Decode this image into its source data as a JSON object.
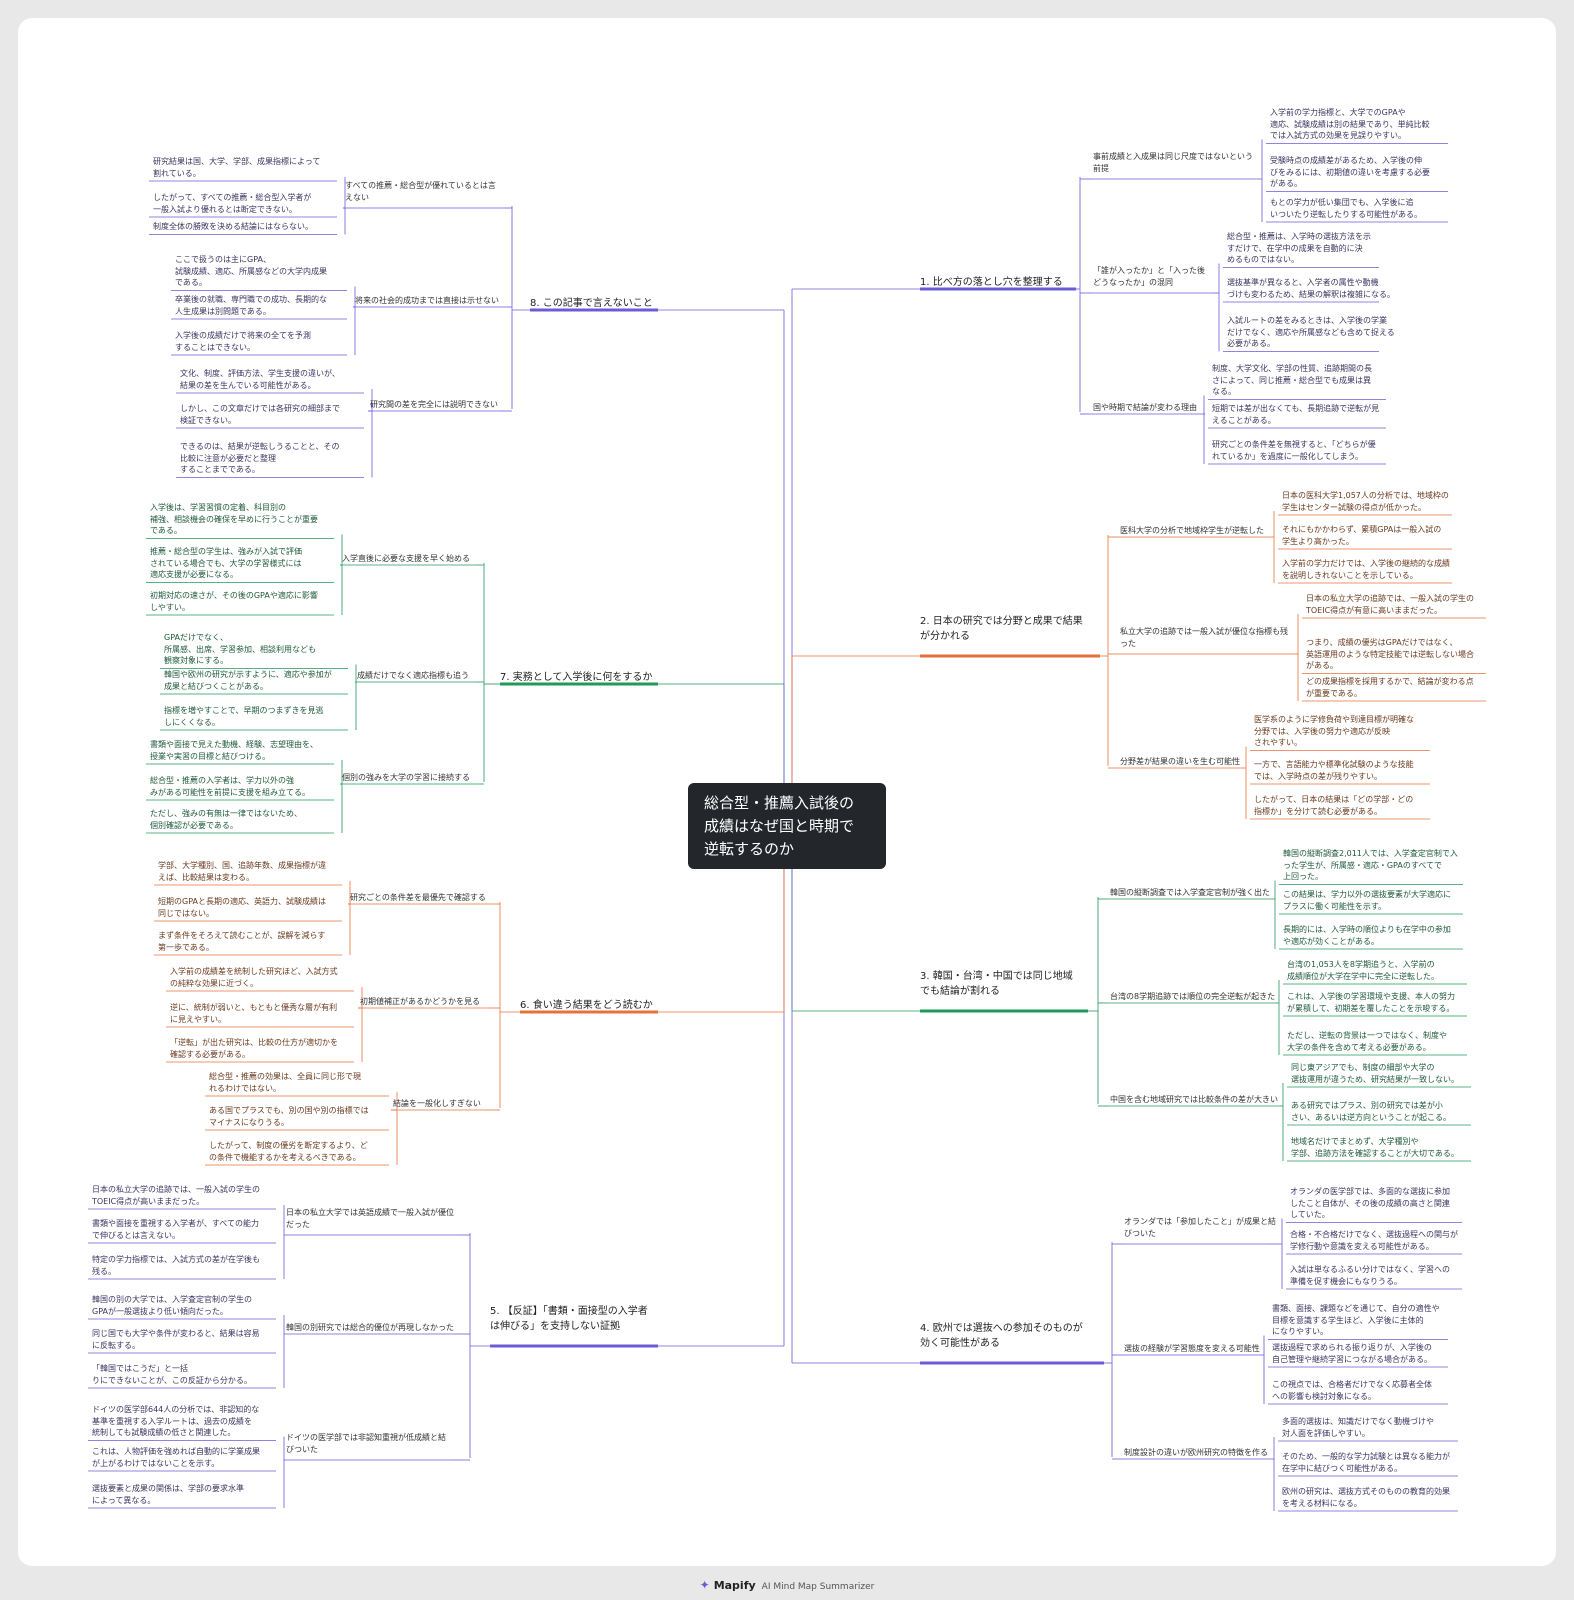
{
  "central": "総合型・推薦入試後の\n成績はなぜ国と時期で\n逆転するのか",
  "footer": {
    "brand": "Mapify",
    "tagline": "AI Mind Map Summarizer"
  },
  "colors": {
    "purple": "#6b5bd8",
    "orange": "#e8703a",
    "green": "#1f9a5a"
  },
  "branches": [
    {
      "label": "1. 比べ方の落とし穴を整理する",
      "color": "#6b5bd8",
      "children": [
        {
          "label": "事前成績と入成果は同じ尺度ではないという\n前提",
          "leaves": [
            "入学前の学力指標と、大学でのGPAや\n適応、試験成績は別の結果であり、単純比較\nでは入試方式の効果を見誤りやすい。",
            "受験時点の成績差があるため、入学後の伸\nびをみるには、初期値の違いを考慮する必要\nがある。",
            "もとの学力が低い集団でも、入学後に追\nいついたり逆転したりする可能性がある。"
          ]
        },
        {
          "label": "「誰が入ったか」と「入った後\nどうなったか」の混同",
          "leaves": [
            "総合型・推薦は、入学時の選抜方法を示\nすだけで、在学中の成果を自動的に決\nめるものではない。",
            "選抜基準が異なると、入学者の属性や動機\nづけも変わるため、結果の解釈は複雑になる。",
            "入試ルートの差をみるときは、入学後の学業\nだけでなく、適応や所属感なども含めて捉える\n必要がある。"
          ]
        },
        {
          "label": "国や時期で結論が変わる理由",
          "leaves": [
            "制度、大学文化、学部の性質、追跡期間の長\nさによって、同じ推薦・総合型でも成果は異\nなる。",
            "短期では差が出なくても、長期追跡で逆転が見\nえることがある。",
            "研究ごとの条件差を無視すると、「どちらが優\nれているか」を過度に一般化してしまう。"
          ]
        }
      ]
    },
    {
      "label": "2. 日本の研究では分野と成果で結果\nが分かれる",
      "color": "#e8703a",
      "children": [
        {
          "label": "医科大学の分析で地域枠学生が逆転した",
          "leaves": [
            "日本の医科大学1,057人の分析では、地域枠の\n学生はセンター試験の得点が低かった。",
            "それにもかかわらず、累積GPAは一般入試の\n学生より高かった。",
            "入学前の学力だけでは、入学後の継続的な成績\nを説明しきれないことを示している。"
          ]
        },
        {
          "label": "私立大学の追跡では一般入試が優位な指標も残\nった",
          "leaves": [
            "日本の私立大学の追跡では、一般入試の学生の\nTOEIC得点が有意に高いままだった。",
            "つまり、成績の優劣はGPAだけではなく、\n英語運用のような特定技能では逆転しない場合\nがある。",
            "どの成果指標を採用するかで、結論が変わる点\nが重要である。"
          ]
        },
        {
          "label": "分野差が結果の違いを生む可能性",
          "leaves": [
            "医学系のように学修負荷や到達目標が明確な\n分野では、入学後の努力や適応が反映\nされやすい。",
            "一方で、言語能力や標準化試験のような技能\nでは、入学時点の差が残りやすい。",
            "したがって、日本の結果は「どの学部・どの\n指標か」を分けて読む必要がある。"
          ]
        }
      ]
    },
    {
      "label": "3. 韓国・台湾・中国では同じ地域\nでも結論が割れる",
      "color": "#1f9a5a",
      "children": [
        {
          "label": "韓国の縦断調査では入学査定官制が強く出た",
          "leaves": [
            "韓国の縦断調査2,011人では、入学査定官制で入\nった学生が、所属感・適応・GPAのすべてで\n上回った。",
            "この結果は、学力以外の選抜要素が大学適応に\nプラスに働く可能性を示す。",
            "長期的には、入学時の順位よりも在学中の参加\nや適応が効くことがある。"
          ]
        },
        {
          "label": "台湾の8学期追跡では順位の完全逆転が起きた",
          "leaves": [
            "台湾の1,053人を8学期追うと、入学前の\n成績順位が大学在学中に完全に逆転した。",
            "これは、入学後の学習環境や支援、本人の努力\nが累積して、初期差を覆したことを示唆する。",
            "ただし、逆転の背景は一つではなく、制度や\n大学の条件を含めて考える必要がある。"
          ]
        },
        {
          "label": "中国を含む地域研究では比較条件の差が大きい",
          "leaves": [
            "同じ東アジアでも、制度の細部や大学の\n選抜運用が違うため、研究結果が一致しない。",
            "ある研究ではプラス、別の研究では差が小\nさい、あるいは逆方向ということが起こる。",
            "地域名だけでまとめず、大学種別や\n学部、追跡方法を確認することが大切である。"
          ]
        }
      ]
    },
    {
      "label": "4. 欧州では選抜への参加そのものが\n効く可能性がある",
      "color": "#6b5bd8",
      "children": [
        {
          "label": "オランダでは「参加したこと」が成果と結\nびついた",
          "leaves": [
            "オランダの医学部では、多面的な選抜に参加\nしたこと自体が、その後の成績の高さと関連\nしていた。",
            "合格・不合格だけでなく、選抜過程への関与が\n学修行動や意識を変える可能性がある。",
            "入試は単なるふるい分けではなく、学習への\n準備を促す機会にもなりうる。"
          ]
        },
        {
          "label": "選抜の経験が学習態度を変える可能性",
          "leaves": [
            "書類、面接、課題などを通じて、自分の適性や\n目標を意識する学生ほど、入学後に主体的\nになりやすい。",
            "選抜過程で求められる振り返りが、入学後の\n自己管理や継続学習につながる場合がある。",
            "この視点では、合格者だけでなく応募者全体\nへの影響も検討対象になる。"
          ]
        },
        {
          "label": "制度設計の違いが欧州研究の特徴を作る",
          "leaves": [
            "多面的選抜は、知識だけでなく動機づけや\n対人面を評価しやすい。",
            "そのため、一般的な学力試験とは異なる能力が\n在学中に結びつく可能性がある。",
            "欧州の研究は、選抜方式そのものの教育的効果\nを考える材料になる。"
          ]
        }
      ]
    },
    {
      "label": "5. 【反証】「書類・面接型の入学者\nは伸びる」を支持しない証拠",
      "color": "#6b5bd8",
      "children": [
        {
          "label": "日本の私立大学では英語成績で一般入試が優位\nだった",
          "leaves": [
            "日本の私立大学の追跡では、一般入試の学生の\nTOEIC得点が高いままだった。",
            "書類や面接を重視する入学者が、すべての能力\nで伸びるとは言えない。",
            "特定の学力指標では、入試方式の差が在学後も\n残る。"
          ]
        },
        {
          "label": "韓国の別研究では総合的優位が再現しなかった",
          "leaves": [
            "韓国の別の大学では、入学査定官制の学生の\nGPAが一般選抜より低い傾向だった。",
            "同じ国でも大学や条件が変わると、結果は容易\nに反転する。",
            "「韓国ではこうだ」と一括\nりにできないことが、この反証から分かる。"
          ]
        },
        {
          "label": "ドイツの医学部では非認知重視が低成績と結\nびついた",
          "leaves": [
            "ドイツの医学部644人の分析では、非認知的な\n基準を重視する入学ルートは、過去の成績を\n統制しても試験成績の低さと関連した。",
            "これは、人物評価を強めれば自動的に学業成果\nが上がるわけではないことを示す。",
            "選抜要素と成果の関係は、学部の要求水準\nによって異なる。"
          ]
        }
      ]
    },
    {
      "label": "6. 食い違う結果をどう読むか",
      "color": "#e8703a",
      "children": [
        {
          "label": "研究ごとの条件差を最優先で確認する",
          "leaves": [
            "学部、大学種別、国、追跡年数、成果指標が違\nえば、比較結果は変わる。",
            "短期のGPAと長期の適応、英語力、試験成績は\n同じではない。",
            "まず条件をそろえて読むことが、誤解を減らす\n第一歩である。"
          ]
        },
        {
          "label": "初期値補正があるかどうかを見る",
          "leaves": [
            "入学前の成績差を統制した研究ほど、入試方式\nの純粋な効果に近づく。",
            "逆に、統制が弱いと、もともと優秀な層が有利\nに見えやすい。",
            "「逆転」が出た研究は、比較の仕方が適切かを\n確認する必要がある。"
          ]
        },
        {
          "label": "結論を一般化しすぎない",
          "leaves": [
            "総合型・推薦の効果は、全員に同じ形で現\nれるわけではない。",
            "ある国でプラスでも、別の国や別の指標では\nマイナスになりうる。",
            "したがって、制度の優劣を断定するより、ど\nの条件で機能するかを考えるべきである。"
          ]
        }
      ]
    },
    {
      "label": "7. 実務として入学後に何をするか",
      "color": "#1f9a5a",
      "children": [
        {
          "label": "入学直後に必要な支援を早く始める",
          "leaves": [
            "入学後は、学習習慣の定着、科目別の\n補強、相談機会の確保を早めに行うことが重要\nである。",
            "推薦・総合型の学生は、強みが入試で評価\nされている場合でも、大学の学習様式には\n適応支援が必要になる。",
            "初期対応の速さが、その後のGPAや適応に影響\nしやすい。"
          ]
        },
        {
          "label": "成績だけでなく適応指標も追う",
          "leaves": [
            "GPAだけでなく、\n所属感、出席、学習参加、相談利用なども\n観察対象にする。",
            "韓国や欧州の研究が示すように、適応や参加が\n成果と結びつくことがある。",
            "指標を増やすことで、早期のつまずきを見逃\nしにくくなる。"
          ]
        },
        {
          "label": "個別の強みを大学の学習に接続する",
          "leaves": [
            "書類や面接で見えた動機、経験、志望理由を、\n授業や実習の目標と結びつける。",
            "総合型・推薦の入学者は、学力以外の強\nみがある可能性を前提に支援を組み立てる。",
            "ただし、強みの有無は一律ではないため、\n個別確認が必要である。"
          ]
        }
      ]
    },
    {
      "label": "8. この記事で言えないこと",
      "color": "#6b5bd8",
      "children": [
        {
          "label": "すべての推薦・総合型が優れているとは言\nえない",
          "leaves": [
            "研究結果は国、大学、学部、成果指標によって\n割れている。",
            "したがって、すべての推薦・総合型入学者が\n一般入試より優れるとは断定できない。",
            "制度全体の勝敗を決める結論にはならない。"
          ]
        },
        {
          "label": "将来の社会的成功までは直接は示せない",
          "leaves": [
            "ここで扱うのは主にGPA、\n試験成績、適応、所属感などの大学内成果\nである。",
            "卒業後の就職、専門職での成功、長期的な\n人生成果は別問題である。",
            "入学後の成績だけで将来の全てを予測\nすることはできない。"
          ]
        },
        {
          "label": "研究間の差を完全には説明できない",
          "leaves": [
            "文化、制度、評価方法、学生支援の違いが、\n結果の差を生んでいる可能性がある。",
            "しかし、この文章だけでは各研究の細部まで\n検証できない。",
            "できるのは、結果が逆転しうることと、その\n比較に注意が必要だと整理\nすることまでである。"
          ]
        }
      ]
    }
  ]
}
